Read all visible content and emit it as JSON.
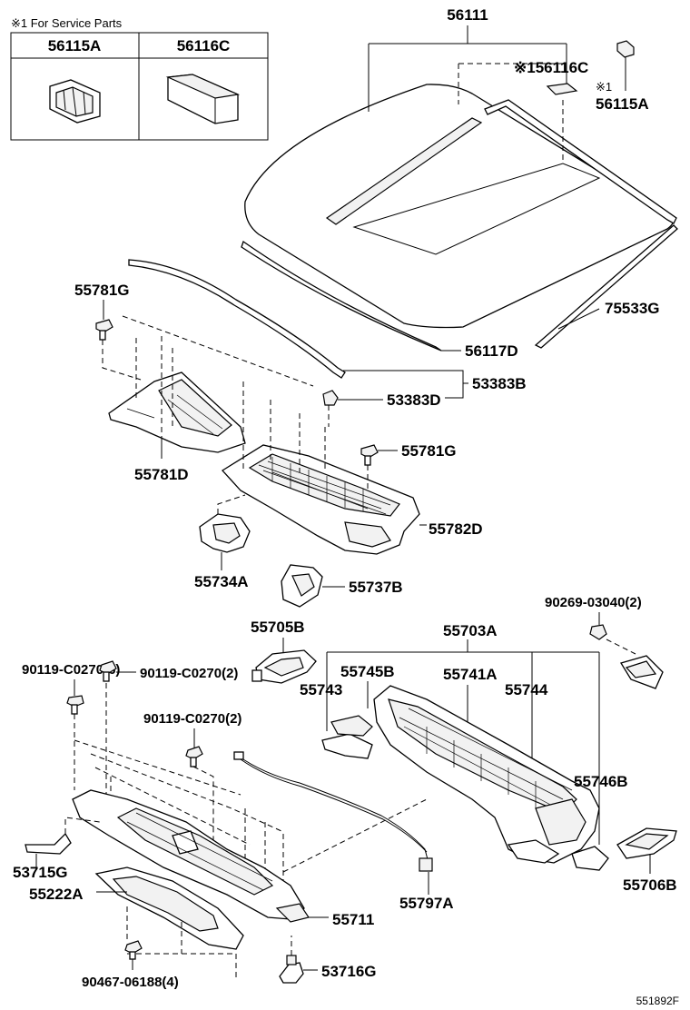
{
  "service_box": {
    "header": "※1 For Service Parts",
    "col1": "56115A",
    "col2": "56116C"
  },
  "labels": {
    "p56111": "56111",
    "p56116C": "※156116C",
    "p56115A_mark": "※1",
    "p56115A": "56115A",
    "p75533G": "75533G",
    "p55781G_top": "55781G",
    "p56117D": "56117D",
    "p53383B": "53383B",
    "p53383D": "53383D",
    "p55781G_mid": "55781G",
    "p55781D": "55781D",
    "p55782D": "55782D",
    "p55734A": "55734A",
    "p55737B": "55737B",
    "p90269": "90269-03040(2)",
    "p55705B": "55705B",
    "p55703A": "55703A",
    "p90119_a": "90119-C0270(6)",
    "p90119_b": "90119-C0270(2)",
    "p90119_c": "90119-C0270(2)",
    "p55745B": "55745B",
    "p55741A": "55741A",
    "p55743": "55743",
    "p55744": "55744",
    "p55746B": "55746B",
    "p53715G": "53715G",
    "p55222A": "55222A",
    "p55711": "55711",
    "p55797A": "55797A",
    "p55706B": "55706B",
    "p90467": "90467-06188(4)",
    "p53716G": "53716G",
    "ref": "551892F"
  }
}
